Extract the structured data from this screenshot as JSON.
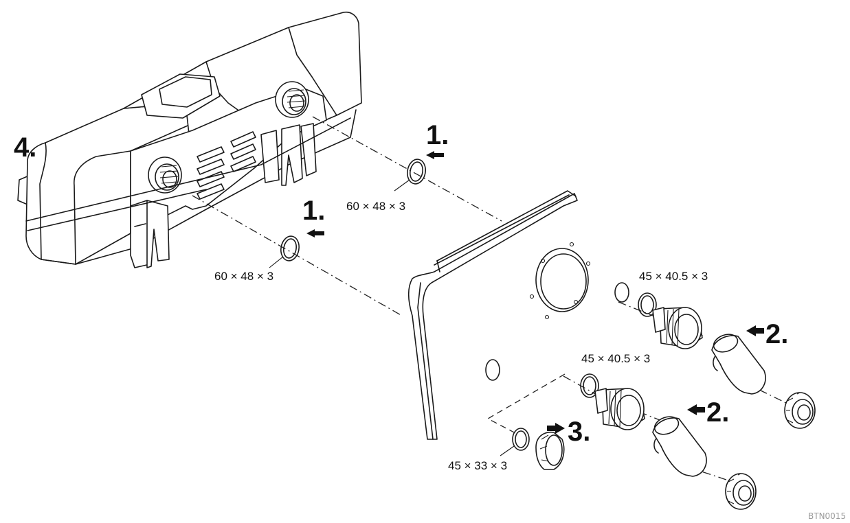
{
  "labels": {
    "step_4": "4.",
    "step_1_upper": "1.",
    "step_1_lower": "1.",
    "step_2_upper": "2.",
    "step_2_lower": "2.",
    "step_3": "3.",
    "oring_upper": "60 × 48 × 3",
    "oring_lower": "60 × 48 × 3",
    "oring_right_upper": "45 × 40.5 × 3",
    "oring_right_lower": "45 × 40.5 × 3",
    "oring_small": "45 × 33 × 3",
    "image_code": "BTN0015"
  },
  "parts": {
    "device": "filter-housing",
    "panel": "mounting-panel",
    "connectors": "hose-connectors",
    "hose_sleeves": "hose-sleeves",
    "nuts": "union-nuts",
    "cap": "blind-cap"
  },
  "colors": {
    "line": "#1a1a1a",
    "background": "#ffffff",
    "code": "#9a9a9a"
  }
}
